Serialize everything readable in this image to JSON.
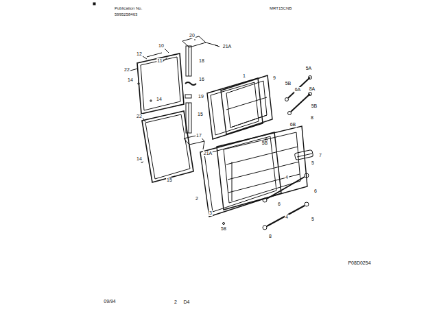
{
  "diagram": {
    "labels": [
      "Publication No.",
      "5995258463",
      "MRT15CNB",
      "20",
      "21A",
      "10",
      "12",
      "11",
      "18",
      "5A",
      "22",
      "1",
      "9",
      "14",
      "16",
      "5B",
      "6A",
      "8A",
      "19",
      "14",
      "5B",
      "15",
      "22",
      "8",
      "6B",
      "17",
      "5B",
      "21A",
      "7",
      "14",
      "5",
      "4",
      "15",
      "6",
      "2",
      "6",
      "3",
      "4",
      "5",
      "58",
      "8",
      "P08D0254",
      "09/94",
      "2",
      "D4"
    ]
  }
}
